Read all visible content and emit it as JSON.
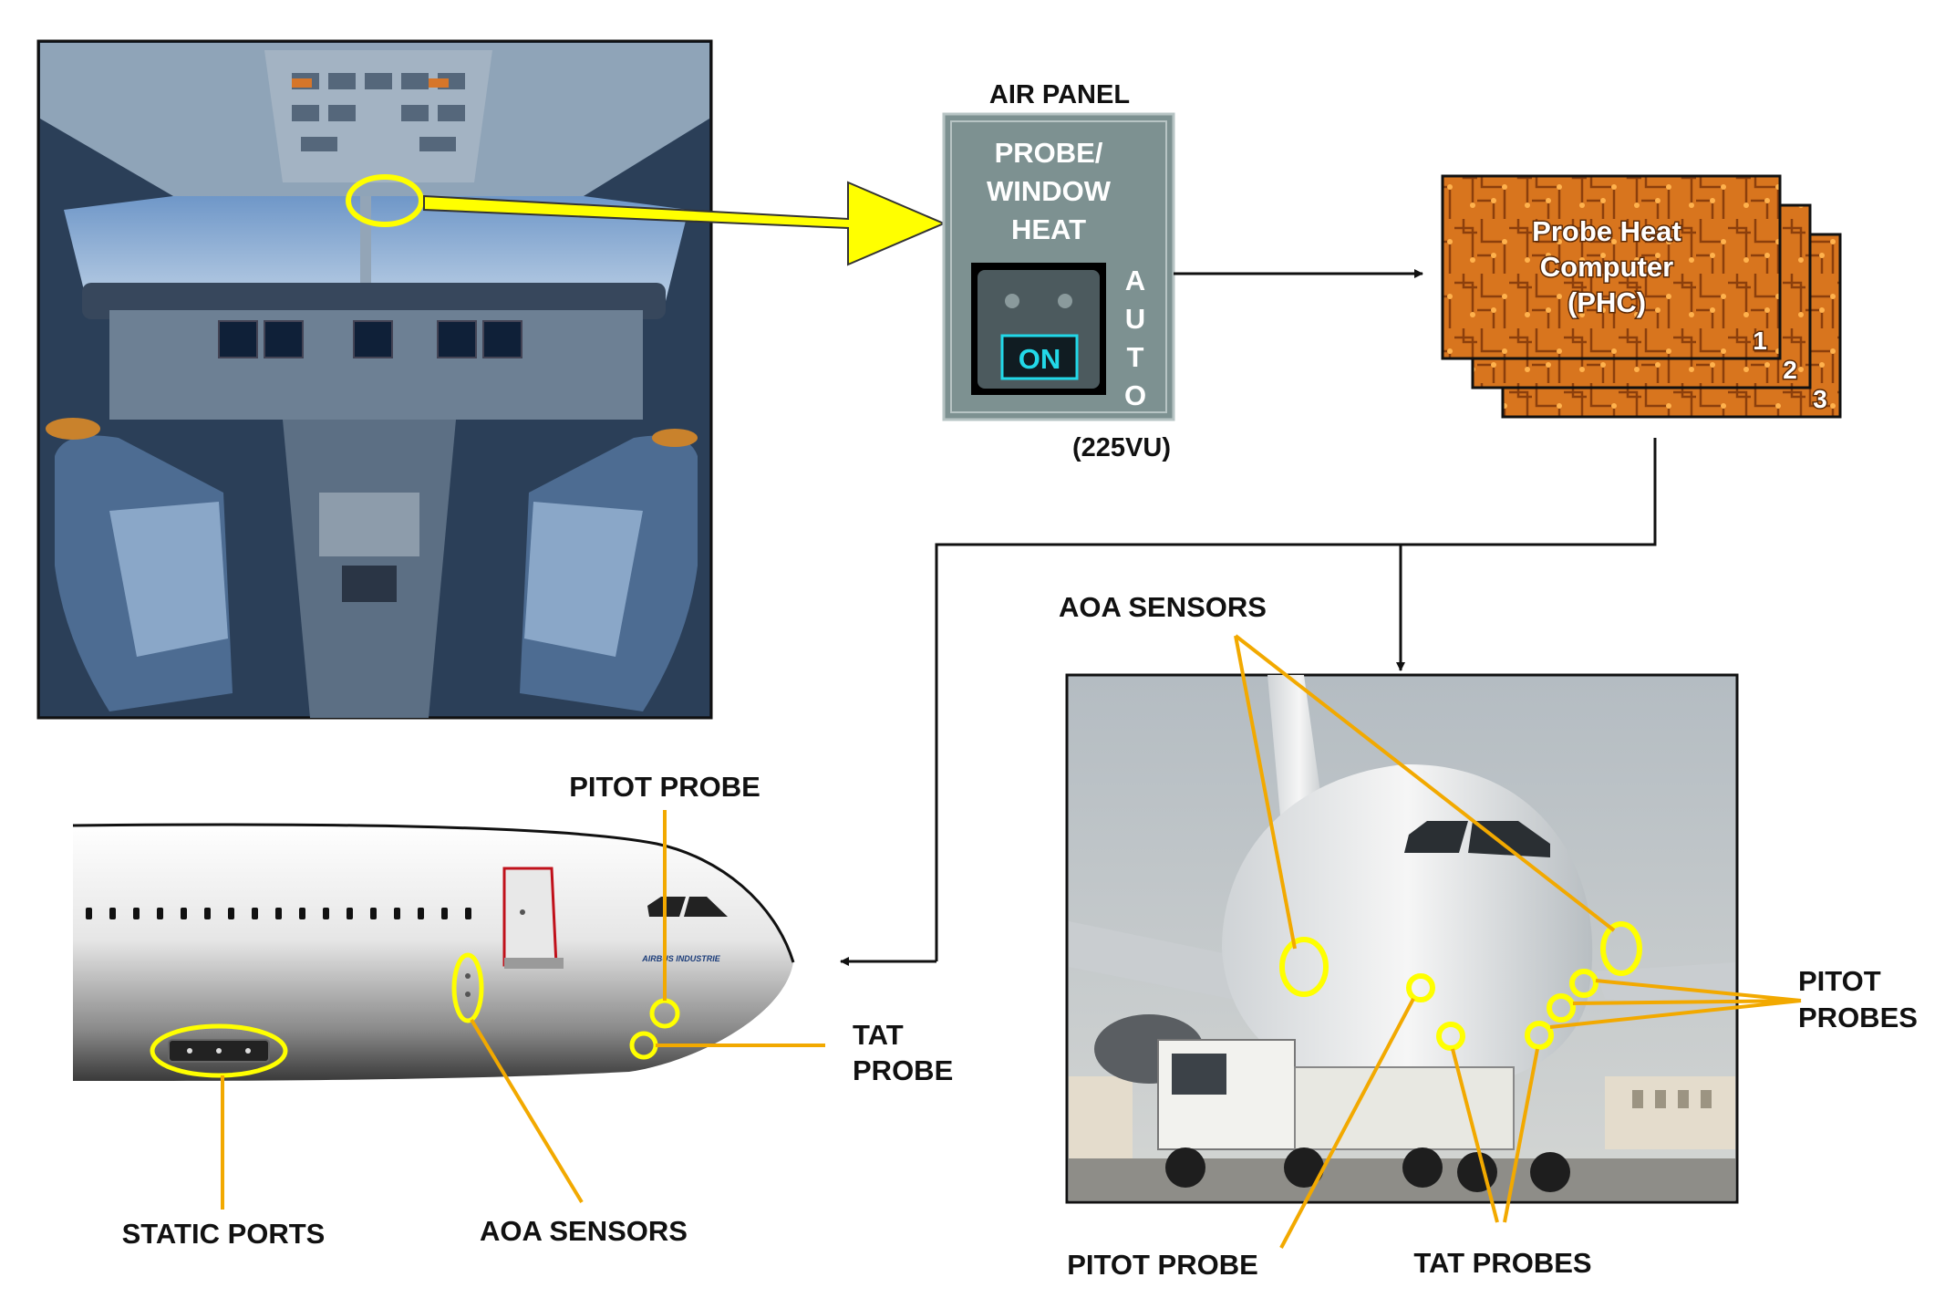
{
  "air_panel": {
    "title": "AIR PANEL",
    "button_lines": [
      "PROBE/",
      "WINDOW",
      "HEAT"
    ],
    "auto_letters": [
      "A",
      "U",
      "T",
      "O"
    ],
    "on_label": "ON",
    "location": "(225VU)"
  },
  "phc": {
    "lines": [
      "Probe Heat",
      "Computer",
      "(PHC)"
    ],
    "numbers": [
      "1",
      "2",
      "3"
    ]
  },
  "fuselage_labels": {
    "pitot_probe": "PITOT PROBE",
    "tat_probe": [
      "TAT",
      "PROBE"
    ],
    "static_ports": "STATIC PORTS",
    "aoa_sensors": "AOA SENSORS",
    "logo": "AIRBUS INDUSTRIE"
  },
  "aircraft_photo_labels": {
    "aoa_sensors": "AOA SENSORS",
    "pitot_probes": [
      "PITOT",
      "PROBES"
    ],
    "pitot_probe": "PITOT PROBE",
    "tat_probes": "TAT PROBES"
  },
  "colors": {
    "highlight": "#ffff00",
    "leader_line": "#f2a900",
    "panel_grey": "#7d9191",
    "on_cyan": "#22d8e8",
    "phc_copper": "#d8751e"
  }
}
